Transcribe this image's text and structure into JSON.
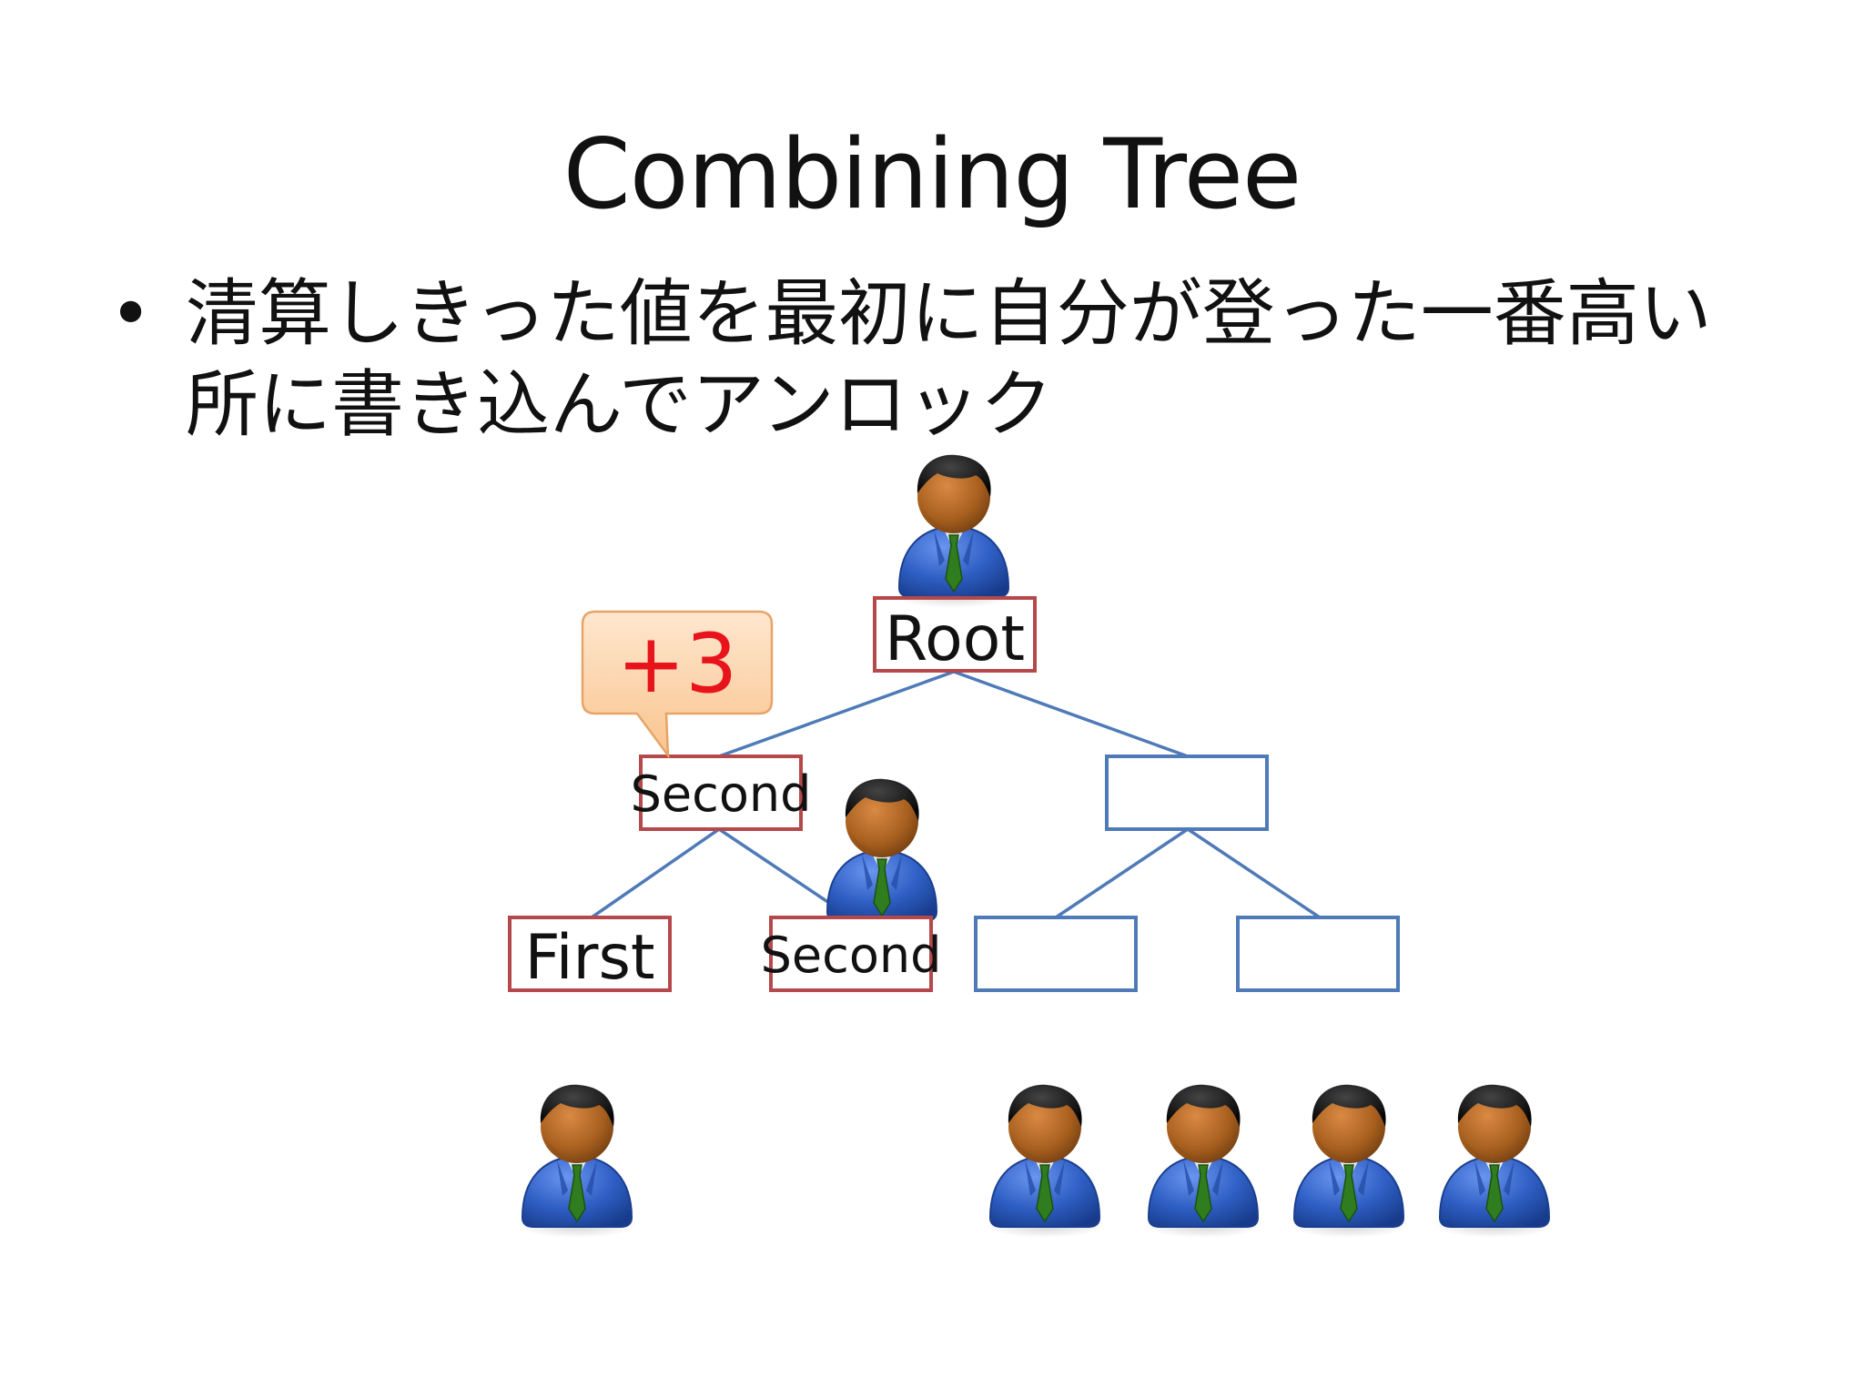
{
  "slide": {
    "title": "Combining Tree",
    "bullet": "清算しきった値を最初に自分が登った一番高い所に書き込んでアンロック"
  },
  "tree": {
    "root_label": "Root",
    "level1_left_label": "Second",
    "level1_right_label": "",
    "leaf1_label": "First",
    "leaf2_label": "Second",
    "leaf3_label": "",
    "leaf4_label": "",
    "callout_text": "+3"
  },
  "colors": {
    "locked_border": "#b5484a",
    "unlocked_border": "#4f7ab8",
    "edge": "#4f7ab8",
    "callout_text": "#e8141c",
    "callout_fill": "#fcd9b4",
    "user_jacket": "#2f5fc4",
    "user_skin": "#a9601f",
    "user_tie": "#2f7d1e"
  },
  "icons": {
    "user": "user-icon"
  }
}
